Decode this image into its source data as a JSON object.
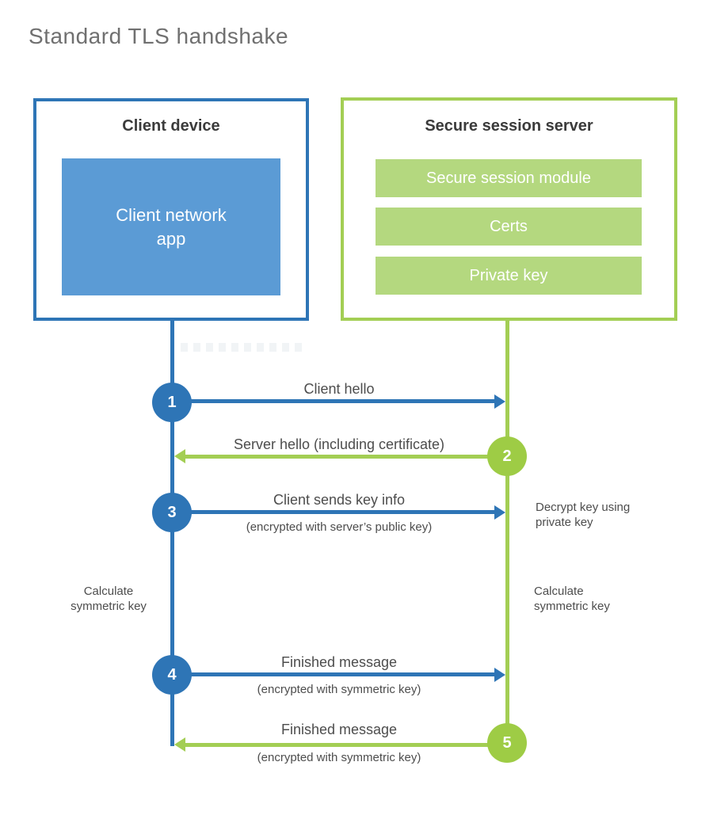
{
  "title": "Standard TLS handshake",
  "palette": {
    "blue": "#2E75B6",
    "light_blue": "#5B9BD5",
    "green": "#A3CE54",
    "green_circle": "#9ECC45",
    "light_green": "#B4D87F"
  },
  "client_box": {
    "title": "Client device",
    "app": "Client network\napp"
  },
  "server_box": {
    "title": "Secure session server",
    "modules": [
      "Secure session module",
      "Certs",
      "Private key"
    ]
  },
  "steps": [
    {
      "num": "1",
      "direction": "right",
      "label": "Client hello",
      "sub": ""
    },
    {
      "num": "2",
      "direction": "left",
      "label": "Server hello (including certificate)",
      "sub": ""
    },
    {
      "num": "3",
      "direction": "right",
      "label": "Client sends key info",
      "sub": "(encrypted with server’s public key)"
    },
    {
      "num": "4",
      "direction": "right",
      "label": "Finished message",
      "sub": "(encrypted with symmetric key)"
    },
    {
      "num": "5",
      "direction": "left",
      "label": "Finished message",
      "sub": "(encrypted with symmetric key)"
    }
  ],
  "notes": {
    "decrypt": "Decrypt key using\nprivate key",
    "calc_client": "Calculate\nsymmetric key",
    "calc_server": "Calculate\nsymmetric key"
  }
}
